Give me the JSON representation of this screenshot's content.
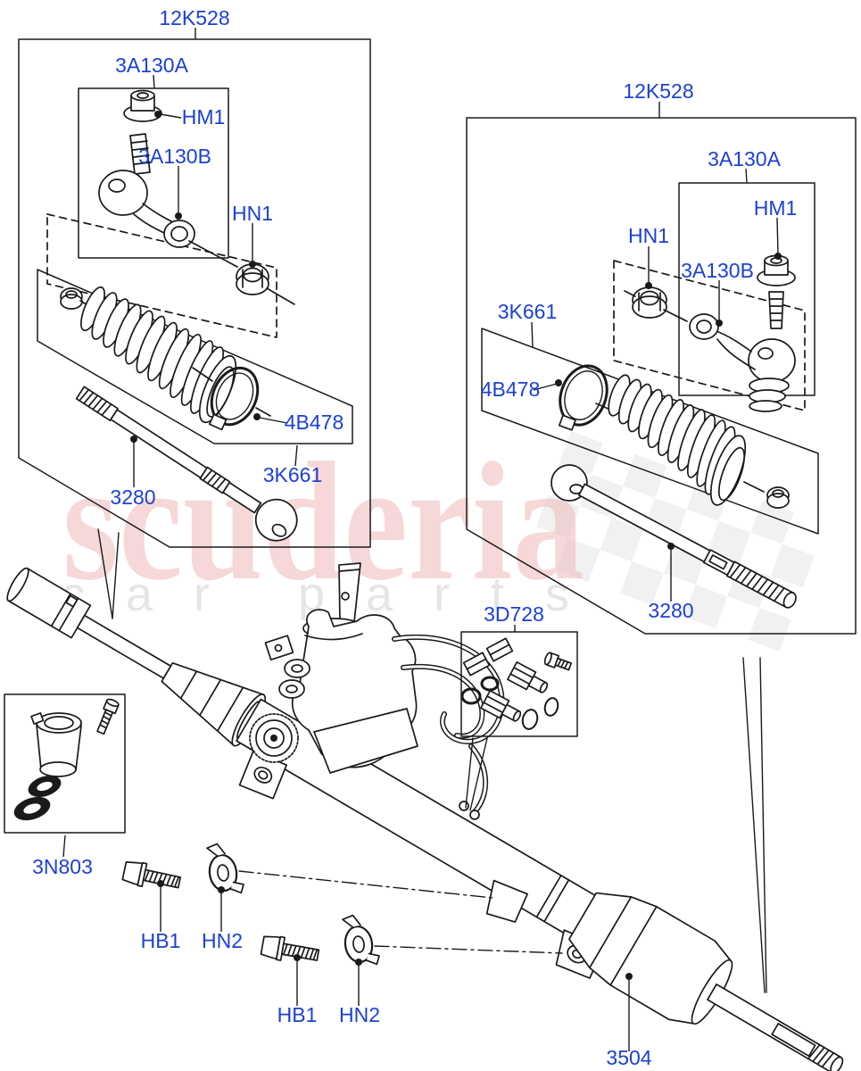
{
  "colors": {
    "label": "#1c41d2",
    "line": "#1a1a1a",
    "watermark_brand": "#efb9b9",
    "watermark_tagline": "#e3e3e3",
    "checker": "#e6e6e6",
    "background": "#ffffff"
  },
  "watermark": {
    "brand": "scuderia",
    "tagline_word1": "car",
    "tagline_word2": "parts"
  },
  "callouts": {
    "kit": "12K528",
    "tie_rod_end_assembly": "3A130A",
    "tie_rod_end": "3A130B",
    "boot_kit": "3K661",
    "boot_clamp": "4B478",
    "inner_tie_rod": "3280",
    "nut_hm1": "HM1",
    "nut_hn1": "HN1",
    "fitting_kit": "3D728",
    "plug_kit": "3N803",
    "bolt_hb1": "HB1",
    "nut_hn2": "HN2",
    "steering_gear": "3504"
  }
}
